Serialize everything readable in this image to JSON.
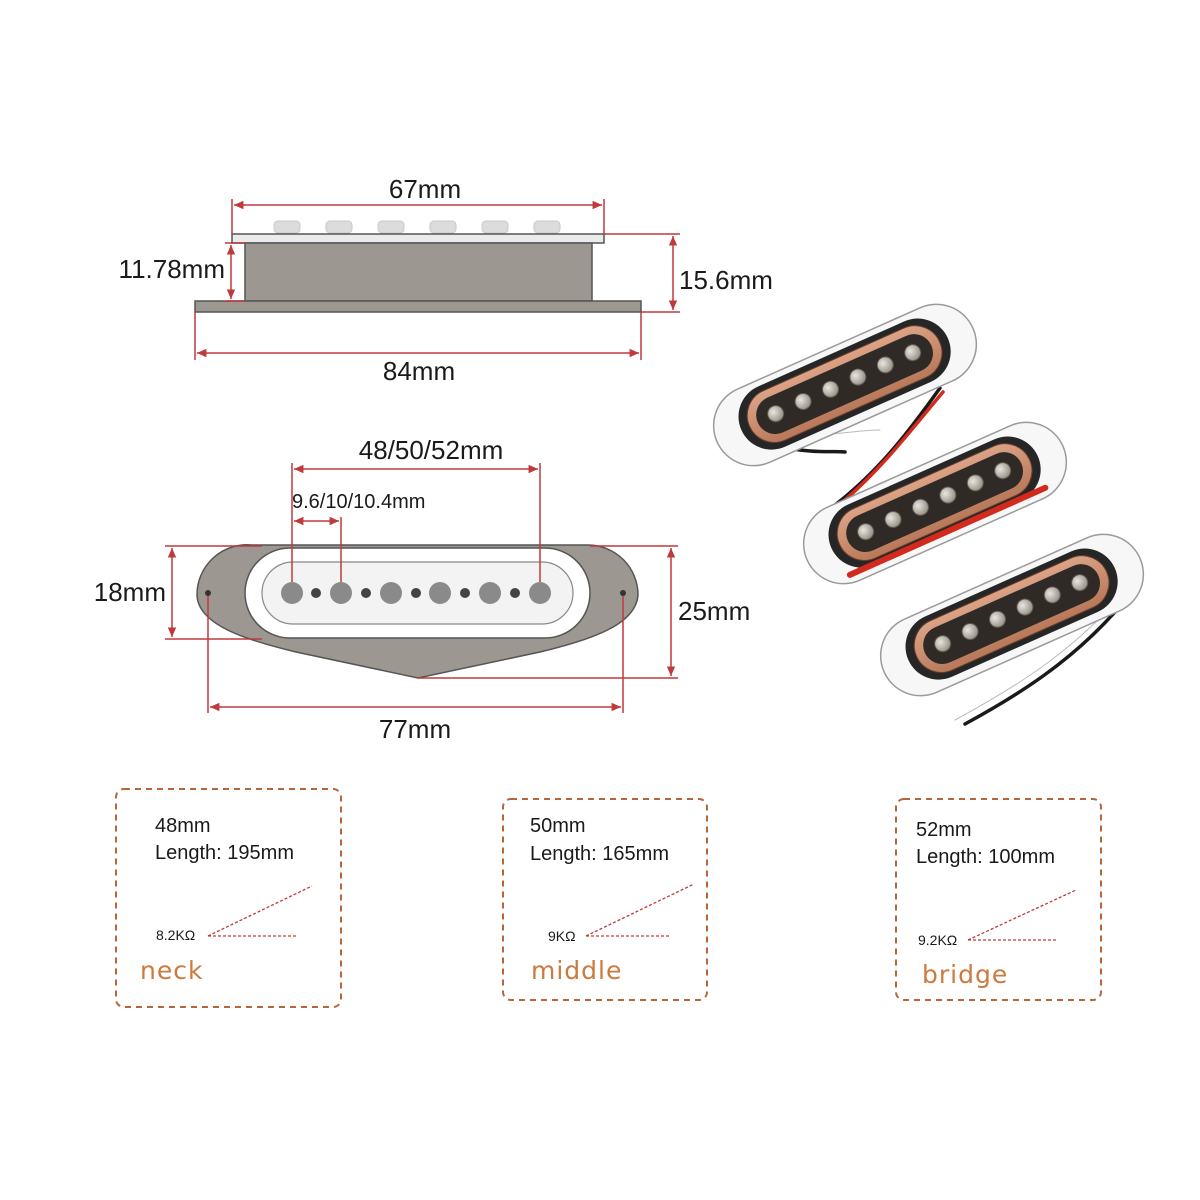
{
  "side_view": {
    "top_width": "67mm",
    "base_width": "84mm",
    "body_height": "11.78mm",
    "total_height": "15.6mm"
  },
  "top_view": {
    "pole_span": "48/50/52mm",
    "pole_spacing": "9.6/10/10.4mm",
    "inner_height": "18mm",
    "outer_height": "25mm",
    "mount_width": "77mm"
  },
  "colors": {
    "dimension_line": "#c0393b",
    "card_border": "#b5673a",
    "position_label": "#cc7a3e",
    "plate": "#9b9590",
    "coil": "#c98c6c"
  },
  "cards": [
    {
      "spacing": "48mm",
      "length": "Length: 195mm",
      "resistance": "8.2KΩ",
      "position": "neck"
    },
    {
      "spacing": "50mm",
      "length": "Length: 165mm",
      "resistance": "9KΩ",
      "position": "middle"
    },
    {
      "spacing": "52mm",
      "length": "Length: 100mm",
      "resistance": "9.2KΩ",
      "position": "bridge"
    }
  ]
}
